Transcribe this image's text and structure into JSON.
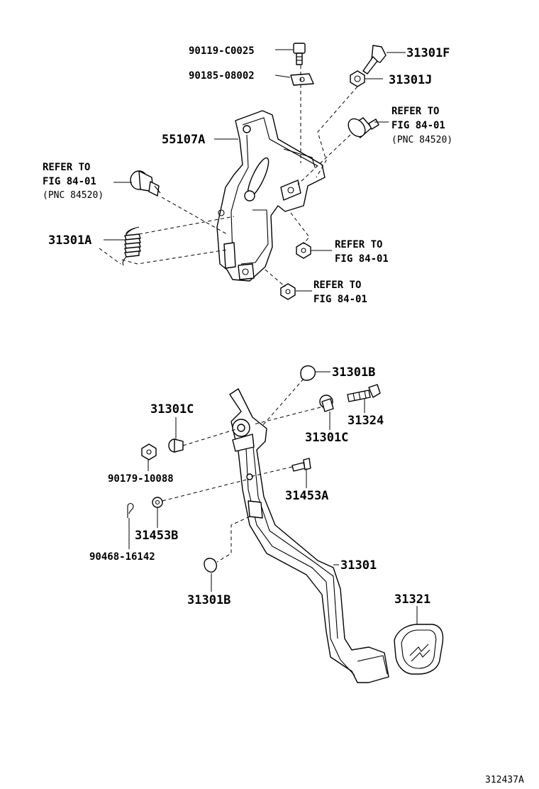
{
  "labels": {
    "p90119": "90119-C0025",
    "p90185": "90185-08002",
    "p31301F": "31301F",
    "p31301J": "31301J",
    "p55107A": "55107A",
    "ref_right_1": "REFER TO",
    "ref_right_2": "FIG 84-01",
    "ref_right_3": "(PNC 84520)",
    "ref_left_1": "REFER TO",
    "ref_left_2": "FIG 84-01",
    "ref_left_3": "(PNC 84520)",
    "p31301A": "31301A",
    "ref_mid_1": "REFER TO",
    "ref_mid_2": "FIG 84-01",
    "ref_low_1": "REFER TO",
    "ref_low_2": "FIG 84-01",
    "p31301B_top": "31301B",
    "p31301C_left": "31301C",
    "p31324": "31324",
    "p31301C_right": "31301C",
    "p90179": "90179-10088",
    "p31453A": "31453A",
    "p31453B": "31453B",
    "p90468": "90468-16142",
    "p31301": "31301",
    "p31301B_bottom": "31301B",
    "p31321": "31321",
    "figure_id": "312437A"
  }
}
